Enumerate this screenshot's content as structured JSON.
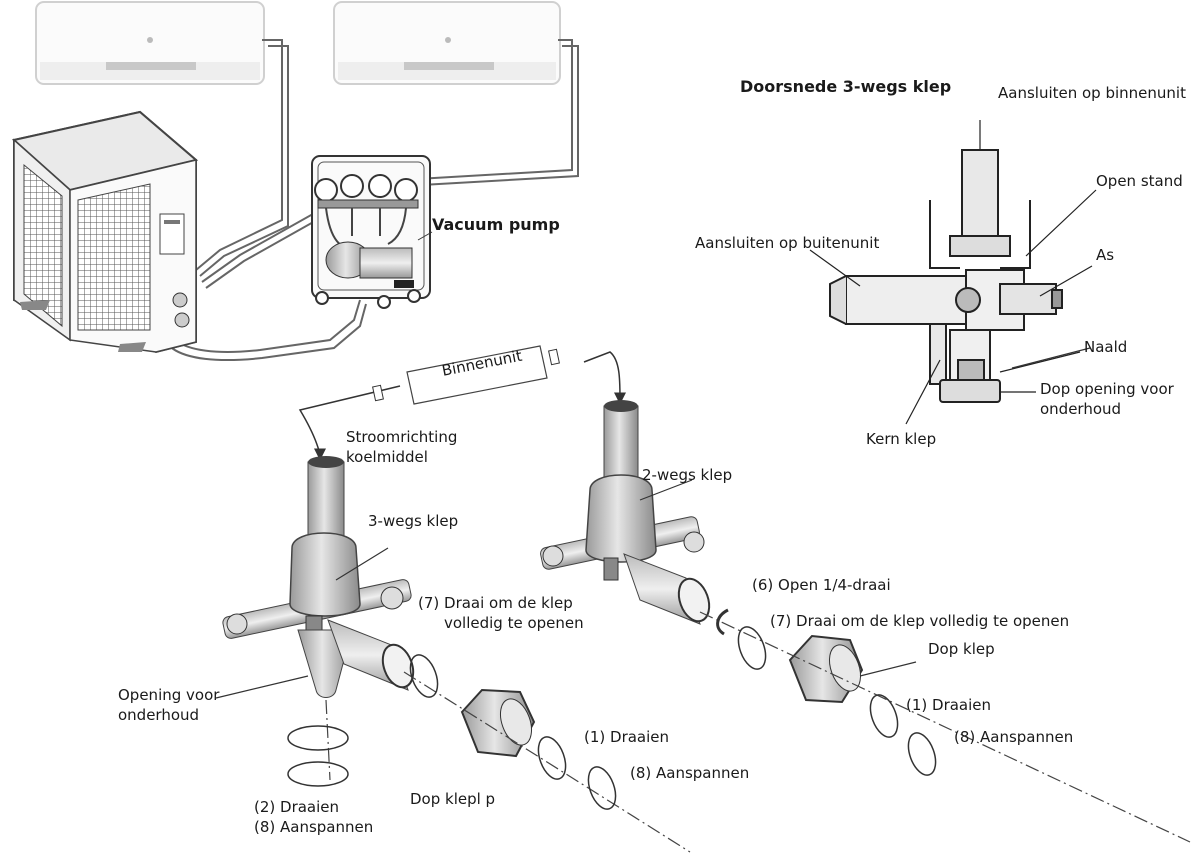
{
  "labels": {
    "vacuum_pump": "Vacuum pump",
    "section_title": "Doorsnede 3-wegs klep",
    "connect_indoor": "Aansluiten op binnenunit",
    "open_position": "Open stand",
    "connect_outdoor": "Aansluiten op buitenunit",
    "axis": "As",
    "needle": "Naald",
    "service_cap_line1": "Dop opening voor",
    "service_cap_line2": "onderhoud",
    "core_valve": "Kern klep",
    "indoor_unit": "Binnenunit",
    "flow_line1": "Stroomrichting",
    "flow_line2": "koelmiddel",
    "two_way_valve": "2-wegs klep",
    "three_way_valve": "3-wegs klep",
    "open_quarter": "(6) Open 1/4-draai",
    "turn_open_full_left_line1": "(7) Draai om de klep",
    "turn_open_full_left_line2": "volledig te openen",
    "turn_open_full_right": "(7) Draai om de klep volledig te openen",
    "valve_cap_right": "Dop klep",
    "service_opening_line1": "Opening voor",
    "service_opening_line2": "onderhoud",
    "turn_1_right": "(1) Draaien",
    "tighten_8_right": "(8) Aanspannen",
    "turn_1_mid": "(1) Draaien",
    "tighten_8_mid": "(8) Aanspannen",
    "turn_2": "(2) Draaien",
    "tighten_8_left": "(8) Aanspannen",
    "valve_cap_bottom": "Dop klepl p"
  }
}
